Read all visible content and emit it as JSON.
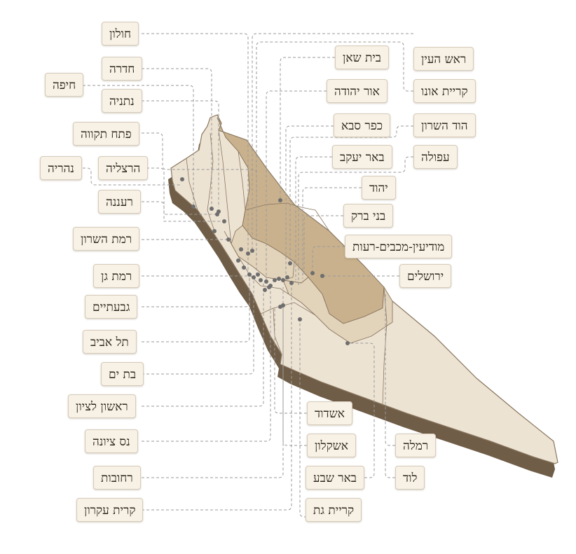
{
  "map": {
    "labels": {
      "holon": "חולון",
      "hadera": "חדרה",
      "haifa": "חיפה",
      "netanya": "נתניה",
      "petah_tikva": "פתח תקווה",
      "herzliya": "הרצליה",
      "nahariya": "נהריה",
      "raanana": "רעננה",
      "ramat_hasharon": "רמת השרון",
      "ramat_gan": "רמת גן",
      "givatayim": "גבעתיים",
      "tel_aviv": "תל אביב",
      "bat_yam": "בת ים",
      "rishon_lezion": "ראשון לציון",
      "ness_ziona": "נס ציונה",
      "rehovot": "רחובות",
      "kiryat_ekron": "קרית עקרון",
      "beit_shean": "בית שאן",
      "rosh_haayin": "ראש העין",
      "or_yehuda": "אור יהודה",
      "kiryat_ono": "קריית אונו",
      "kfar_saba": "כפר סבא",
      "hod_hasharon": "הוד השרון",
      "beer_yaakov": "באר יעקב",
      "afula": "עפולה",
      "yehud": "יהוד",
      "bnei_brak": "בני ברק",
      "modiin": "מודיעין-מכבים-רעות",
      "jerusalem": "ירושלים",
      "ashdod": "אשדוד",
      "ashkelon": "אשקלון",
      "ramla": "רמלה",
      "beer_sheva": "באר שבע",
      "lod": "לוד",
      "kiryat_gat": "קריית גת"
    },
    "colors": {
      "land_light": "#ede3d3",
      "land_mid": "#e2d3bb",
      "land_dark": "#c9b18d",
      "border_line": "#8a7760",
      "side_shadow": "#6f5d47",
      "leader_line": "#9a9a9a",
      "city_dot": "#6e6e6e",
      "label_bg": "#f7f1e6"
    }
  }
}
